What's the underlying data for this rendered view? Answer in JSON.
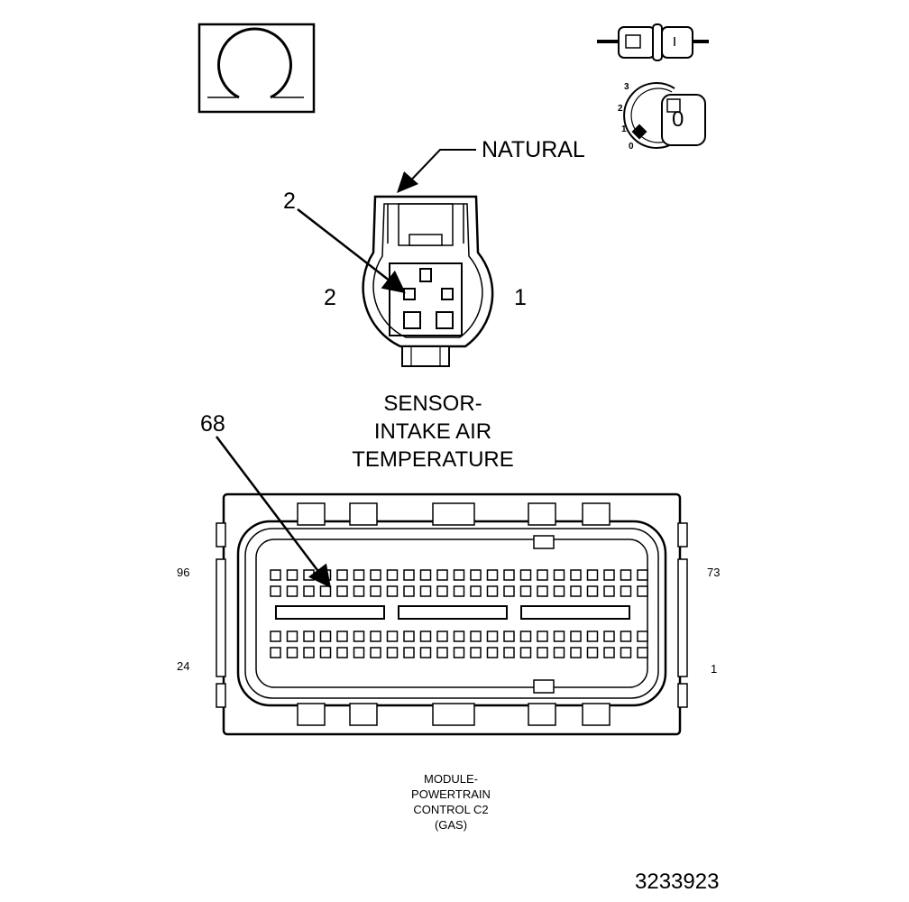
{
  "header_icons": {
    "loop_icon": "omega-loop-icon",
    "connector_icon": "connector-side-view-icon",
    "lock_icon": "lock-position-icon",
    "lock_scale": [
      "3",
      "2",
      "1",
      "0"
    ],
    "lock_face": "0"
  },
  "sensor_connector": {
    "color_label": "NATURAL",
    "pointer_label": "2",
    "left_cavity_label": "2",
    "right_cavity_label": "1",
    "title": "SENSOR-\nINTAKE AIR\nTEMPERATURE"
  },
  "module_connector": {
    "pointer_label": "68",
    "top_left_label": "96",
    "bottom_left_label": "24",
    "top_right_label": "73",
    "bottom_right_label": "1",
    "title": "MODULE-\nPOWERTRAIN\nCONTROL C2\n(GAS)"
  },
  "figure_number": "3233923"
}
